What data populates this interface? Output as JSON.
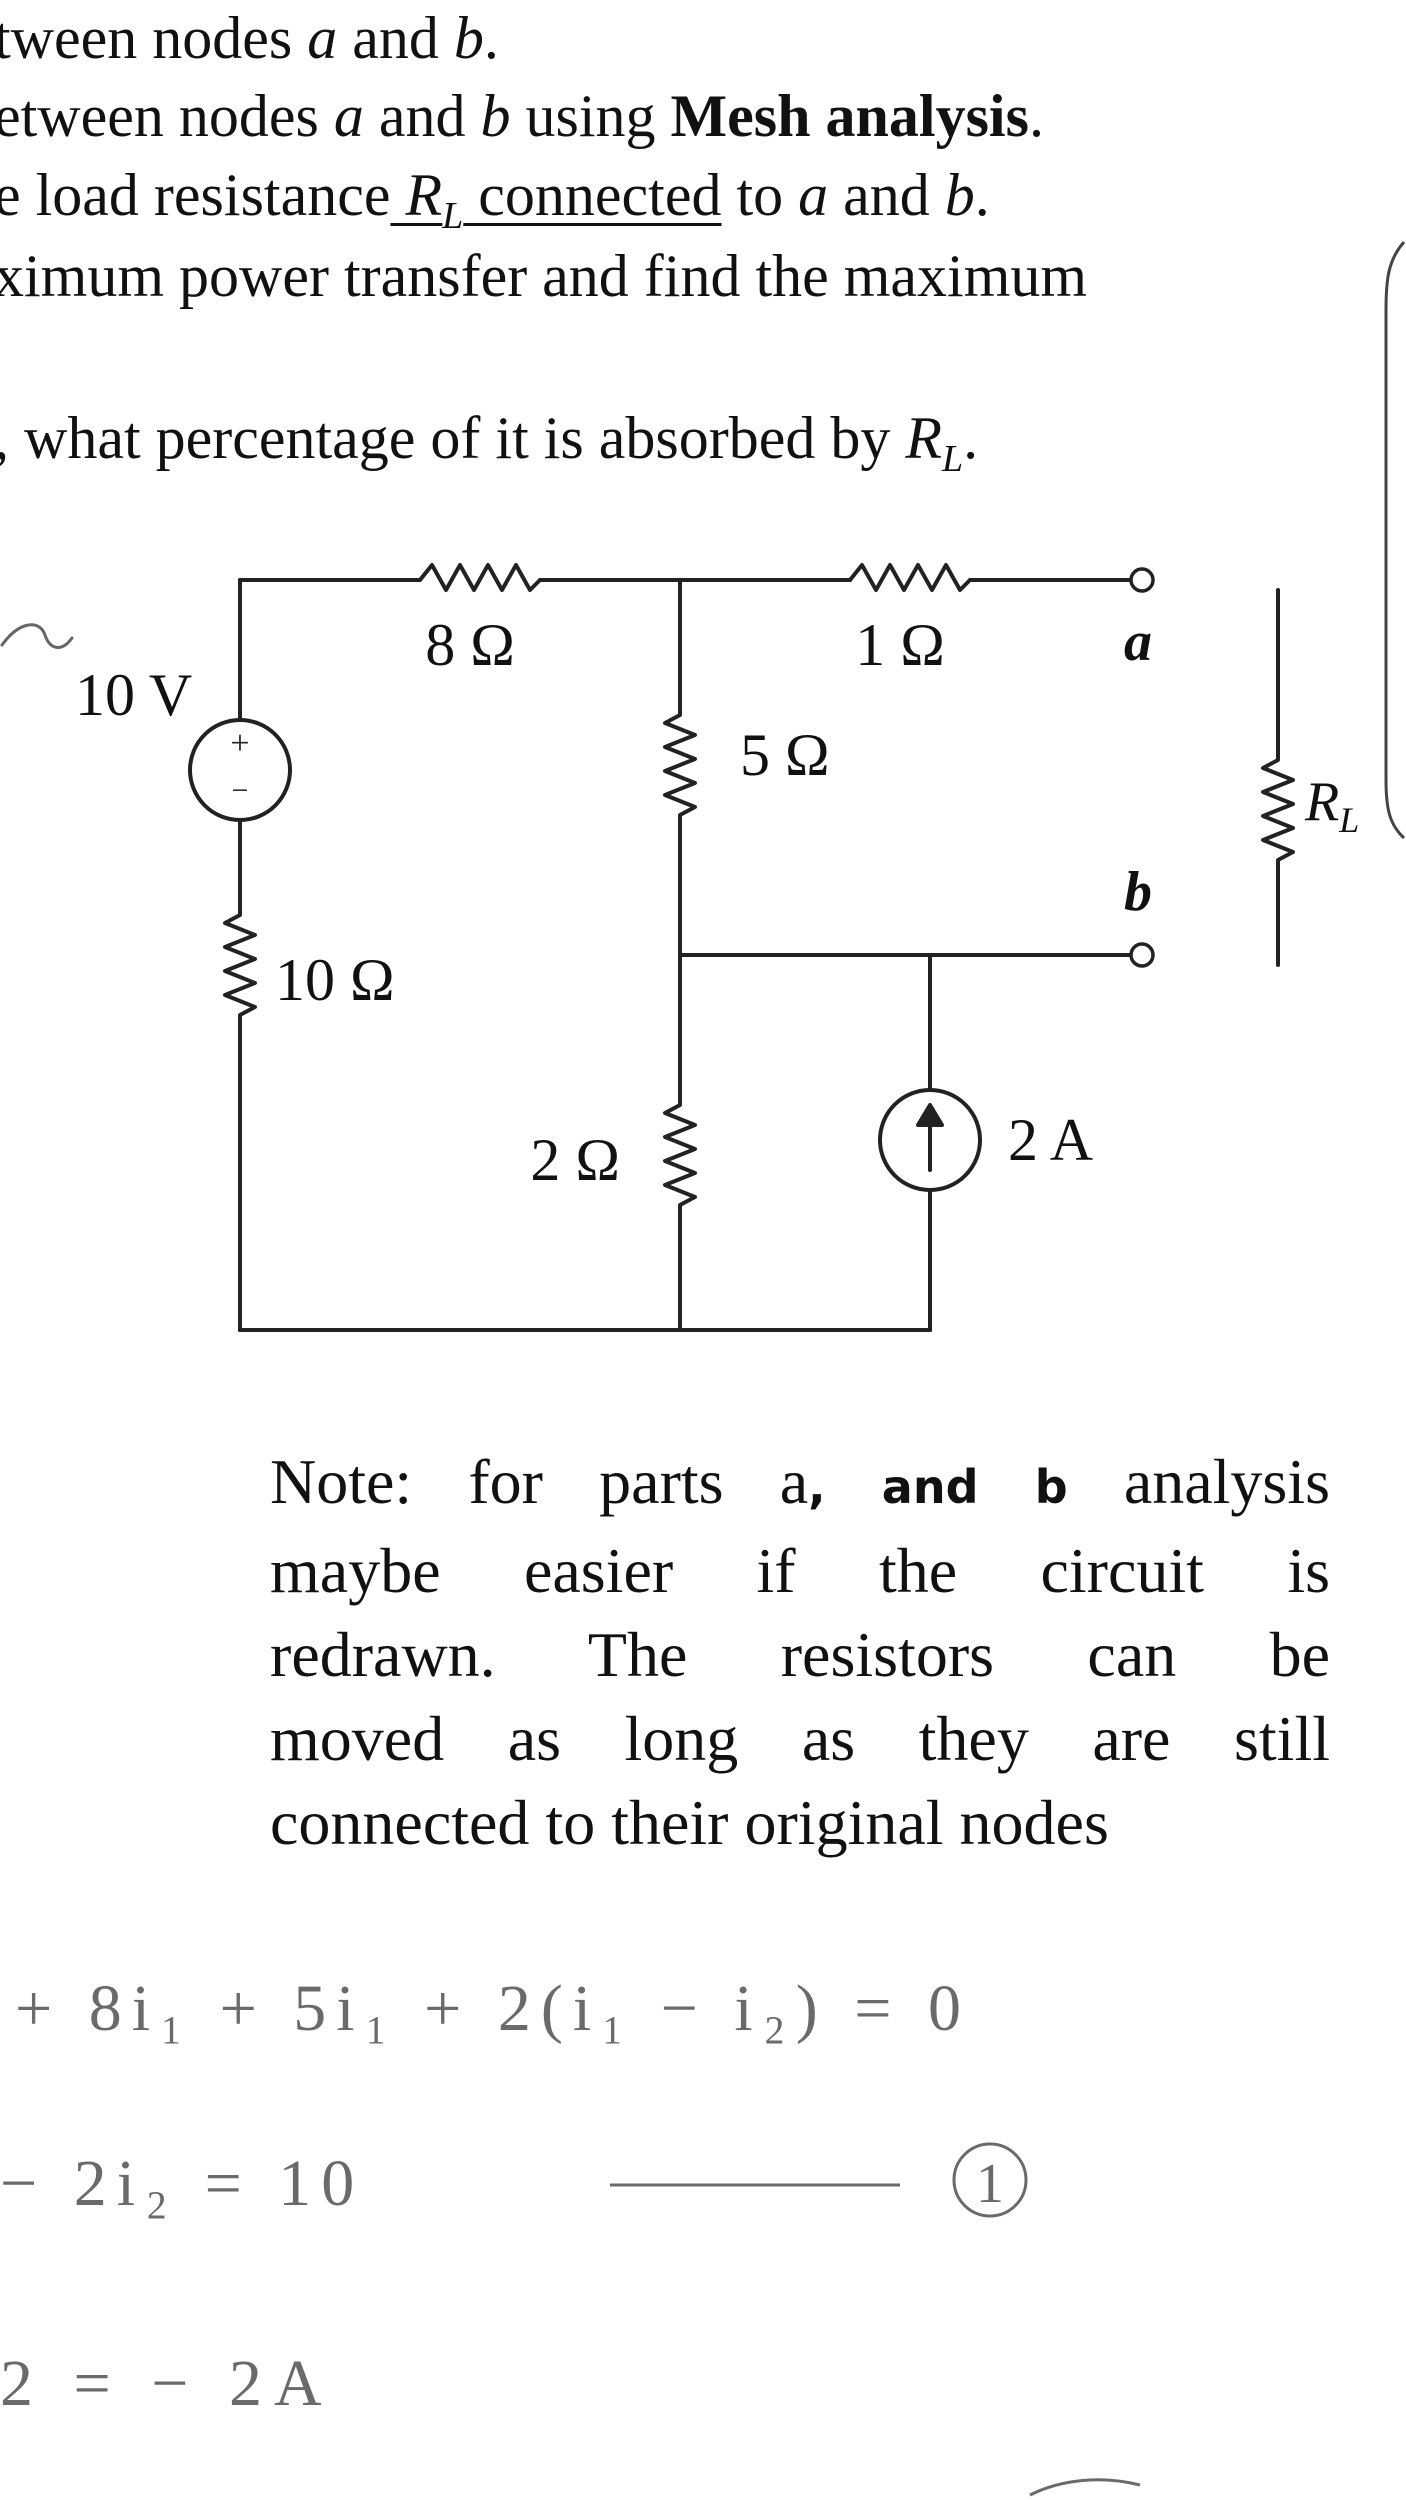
{
  "question_lines": {
    "l1": {
      "a": "tween nodes ",
      "b": "a",
      "c": " and ",
      "d": "b",
      "e": "."
    },
    "l2": {
      "a": "etween nodes ",
      "b": "a",
      "c": " and ",
      "d": "b",
      "e": " using ",
      "f": "Mesh analysis",
      "g": "."
    },
    "l3": {
      "a": "e load resistance",
      "b": " R",
      "c": "L",
      "d": " connected",
      "e": " to ",
      "f": "a",
      "g": " and ",
      "h": "b",
      "i": "."
    },
    "l4": {
      "a": "ximum power transfer and find the maximum"
    },
    "l5": {
      "a": ", what percentage of it is absorbed by ",
      "b": "R",
      "c": "L",
      "d": "."
    }
  },
  "circuit": {
    "r8": "8 Ω",
    "r1": "1 Ω",
    "r5": "5 Ω",
    "r10": "10 Ω",
    "r2": "2 Ω",
    "v10": "10 V",
    "i2": "2 A",
    "node_a": "a",
    "node_b": "b",
    "rl_main": "R",
    "rl_sub": "L",
    "plus": "+",
    "minus": "−"
  },
  "note": {
    "line1_a": "Note: for parts a",
    "line1_hand": ", and b",
    "line1_c": "analysis",
    "line2": "maybe easier if the circuit is",
    "line3": "redrawn. The resistors can be",
    "line4": "moved as long as they are still",
    "line5": "connected to their original nodes"
  },
  "handwriting": {
    "eq1": "+ 8i₁ + 5i₁ + 2(i₁ − i₂) = 0",
    "eq2": "− 2i₂ = 10",
    "eq2_tag": "1",
    "eq3": "2 = − 2A"
  }
}
